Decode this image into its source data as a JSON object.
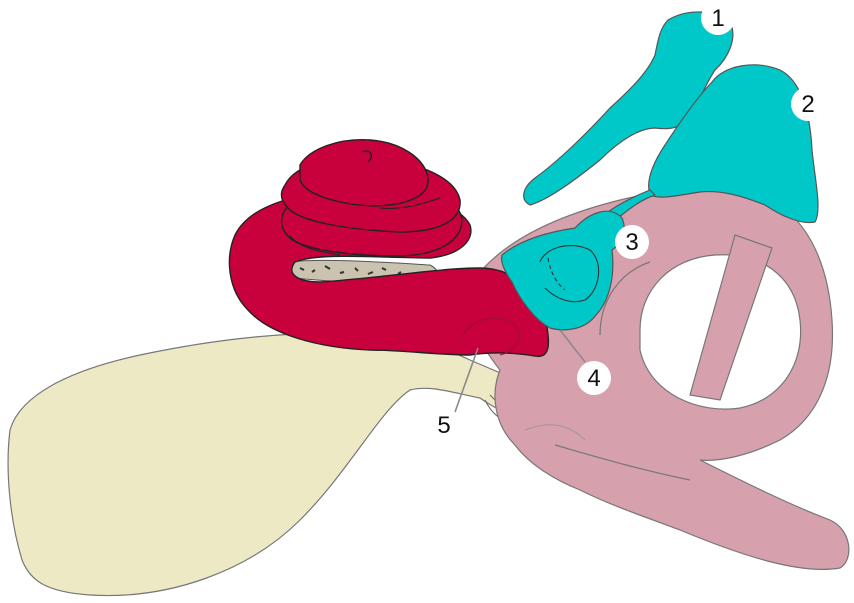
{
  "colors": {
    "background": "#ffffff",
    "cochlea": "#c8003c",
    "modiolus": "#c9c3b0",
    "nerve": "#ede9c4",
    "semicircular_canals": "#d6a0ad",
    "ossicles": "#00c8c8",
    "outline": "#333333"
  },
  "labels": [
    {
      "id": "1",
      "text": "1"
    },
    {
      "id": "2",
      "text": "2"
    },
    {
      "id": "3",
      "text": "3"
    },
    {
      "id": "4",
      "text": "4"
    },
    {
      "id": "5",
      "text": "5"
    }
  ]
}
